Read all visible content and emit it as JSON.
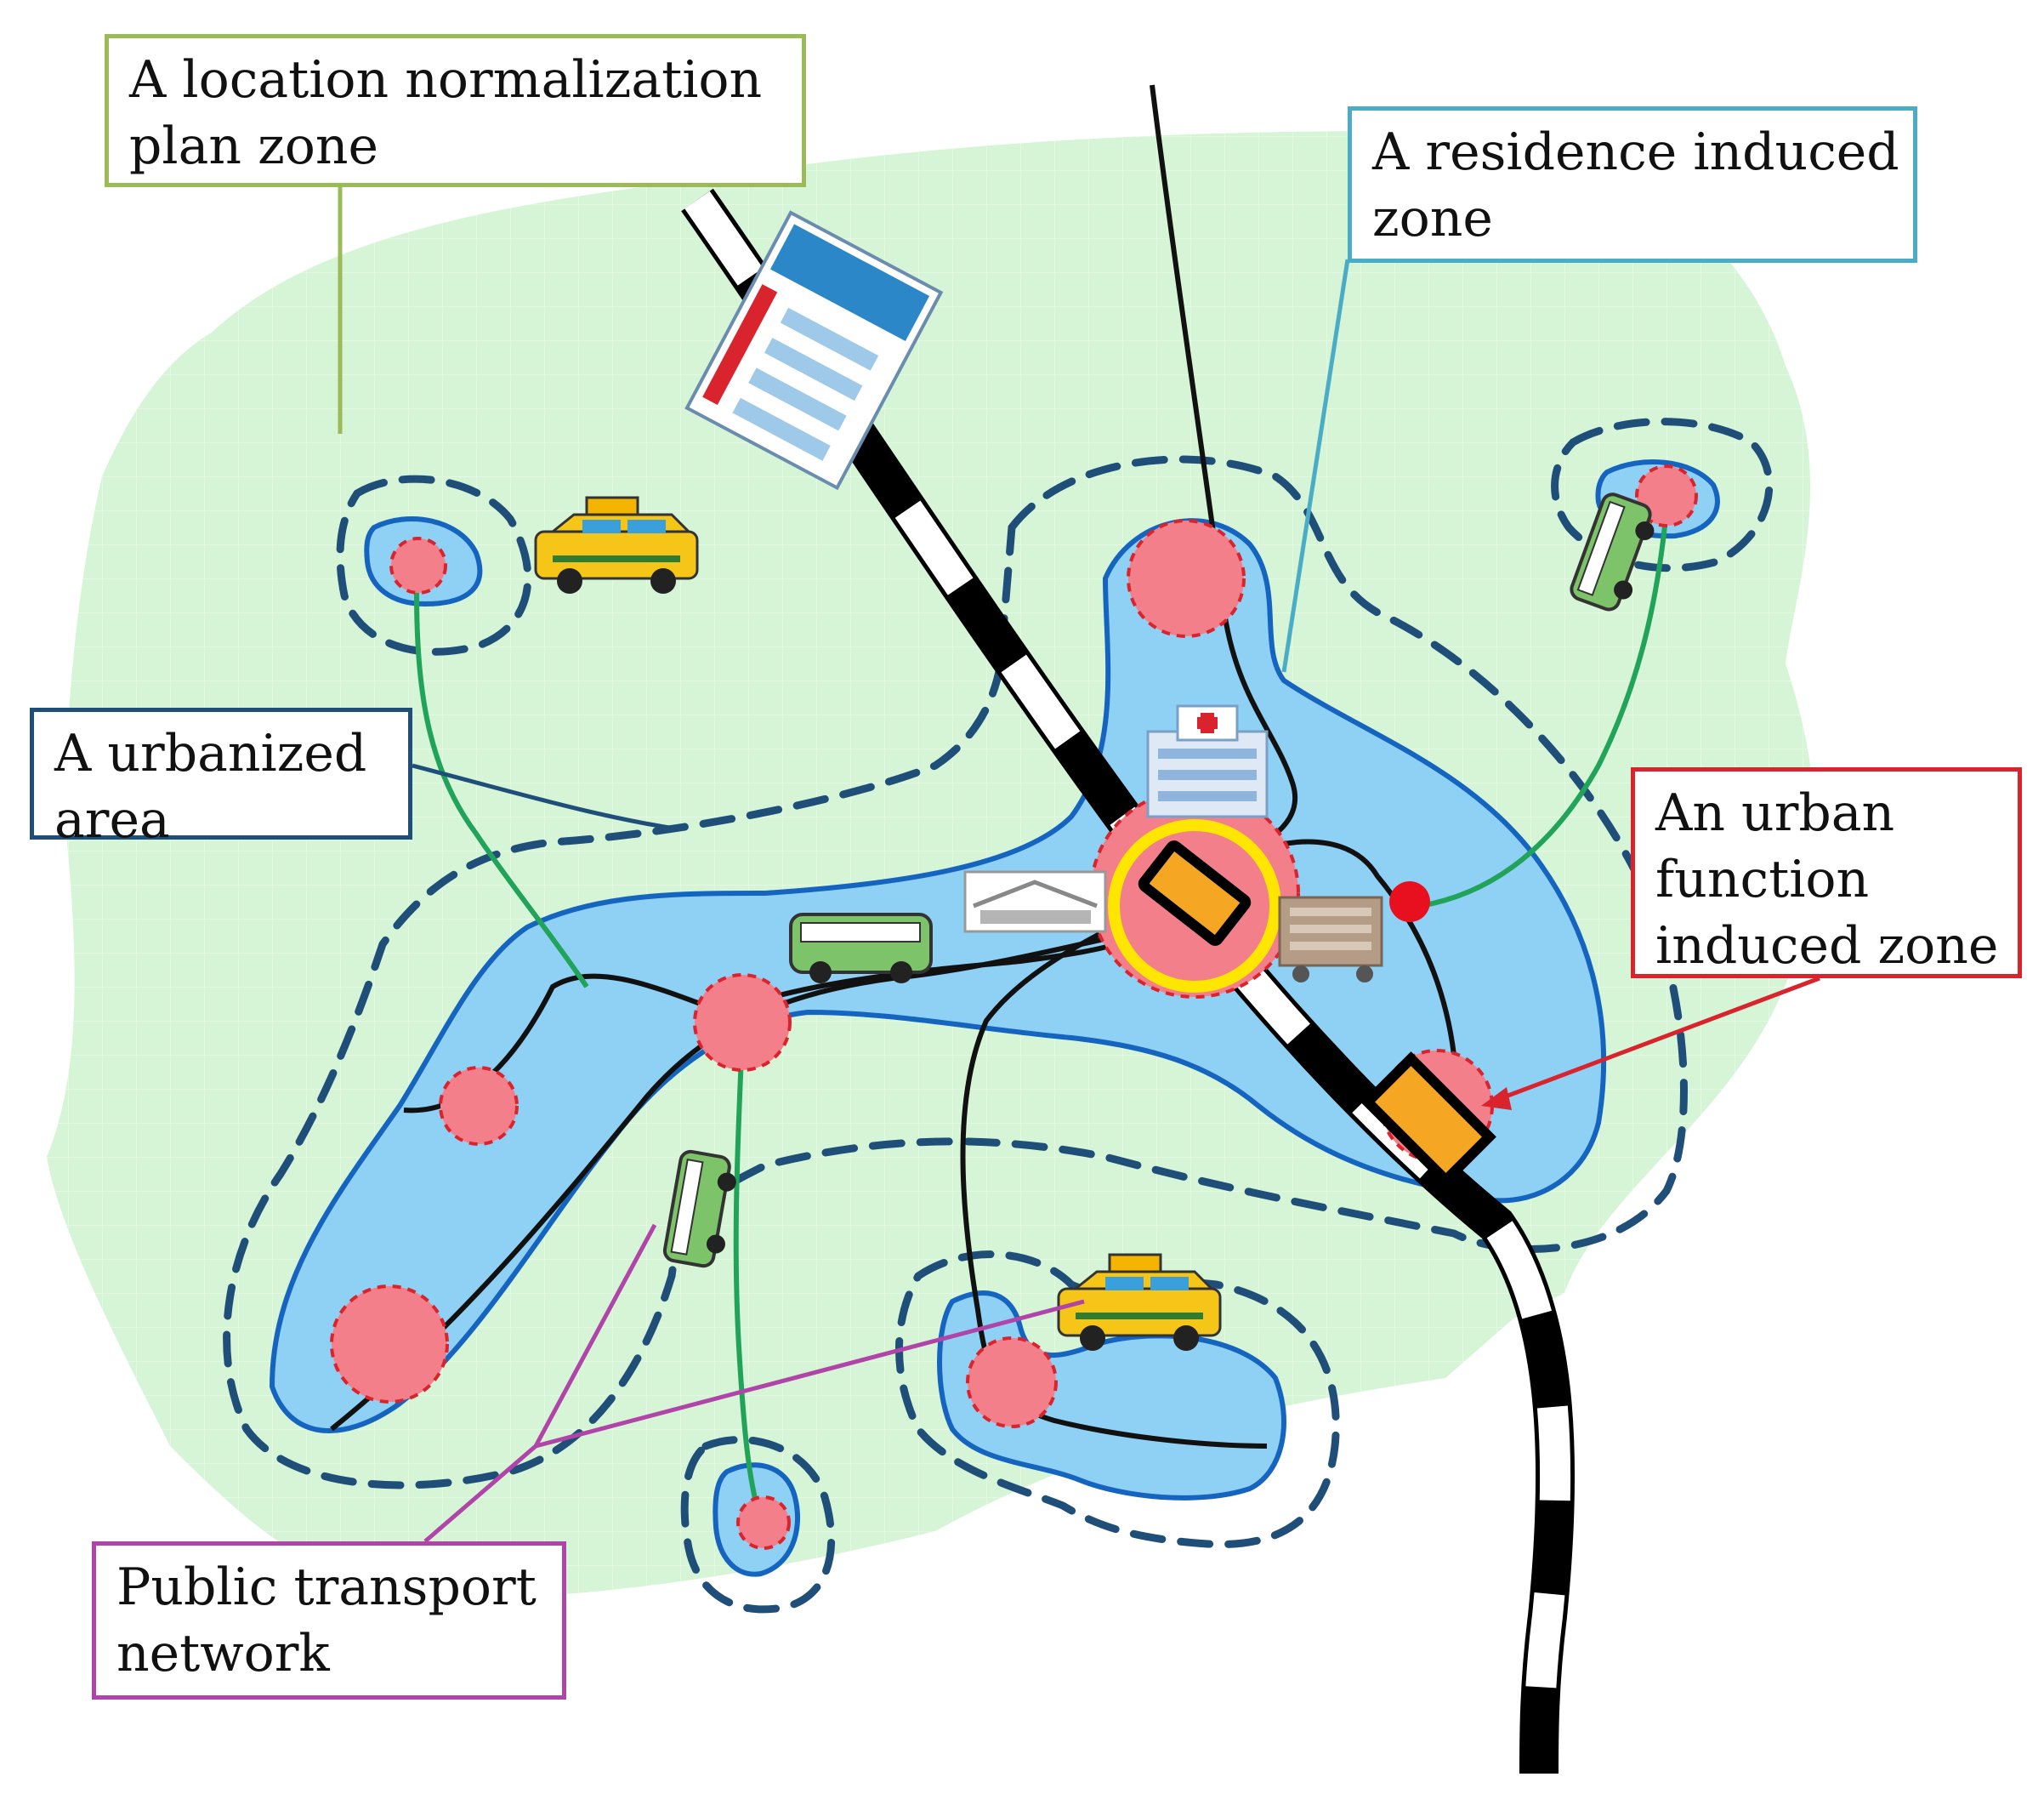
{
  "labels": {
    "location_normalization": [
      "A location normalization",
      "plan zone"
    ],
    "residence_induced": [
      "A residence induced",
      "zone"
    ],
    "urbanized_area": [
      "A urbanized",
      "area"
    ],
    "urban_function_induced": [
      "An urban",
      "function",
      "induced zone"
    ],
    "public_transport": [
      "Public transport",
      "network"
    ]
  },
  "colors": {
    "location_zone_fill": "#d6f5d6",
    "location_box": "#9bbb59",
    "urbanized_fill": "#8fd0f5",
    "urbanized_outline": "#1565c0",
    "dashed_outline": "#1f4e79",
    "residence_box": "#4bacc6",
    "urban_function_box": "#d9232d",
    "urban_function_spot": "#f27f8a",
    "public_transport_box": "#b044a8",
    "transit_line": "#22a35a",
    "station": "#f5a623",
    "station_ring": "#ffe600"
  },
  "icons": [
    "hospital-icon",
    "shopping-mall-icon",
    "office-building-icon",
    "apartment-building-icon",
    "taxi-icon",
    "bus-icon",
    "railway-icon",
    "station-icon"
  ]
}
